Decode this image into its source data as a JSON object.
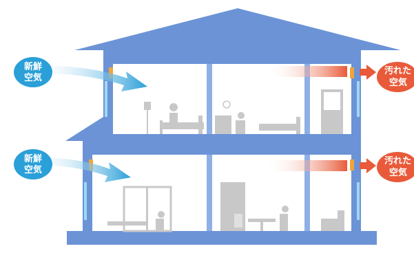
{
  "colors": {
    "house_blue": "#6b93d6",
    "wall_blue": "#8fb0e6",
    "interior_white": "#ffffff",
    "furniture_gray": "#c8c8c8",
    "fresh_air_blue": "#2a9fd8",
    "stale_air_red": "#e85a3a",
    "vent_orange": "#f2a43a"
  },
  "labels": {
    "fresh_air_upper": [
      "新鮮",
      "空気"
    ],
    "fresh_air_lower": [
      "新鮮",
      "空気"
    ],
    "stale_air_upper": [
      "汚れた",
      "空気"
    ],
    "stale_air_lower": [
      "汚れた",
      "空気"
    ]
  },
  "icons": [
    "fresh-air-arrow-icon",
    "stale-air-arrow-icon",
    "vent-fan-icon",
    "person-icon",
    "bed-icon",
    "toilet-icon",
    "clock-icon",
    "door-icon"
  ]
}
